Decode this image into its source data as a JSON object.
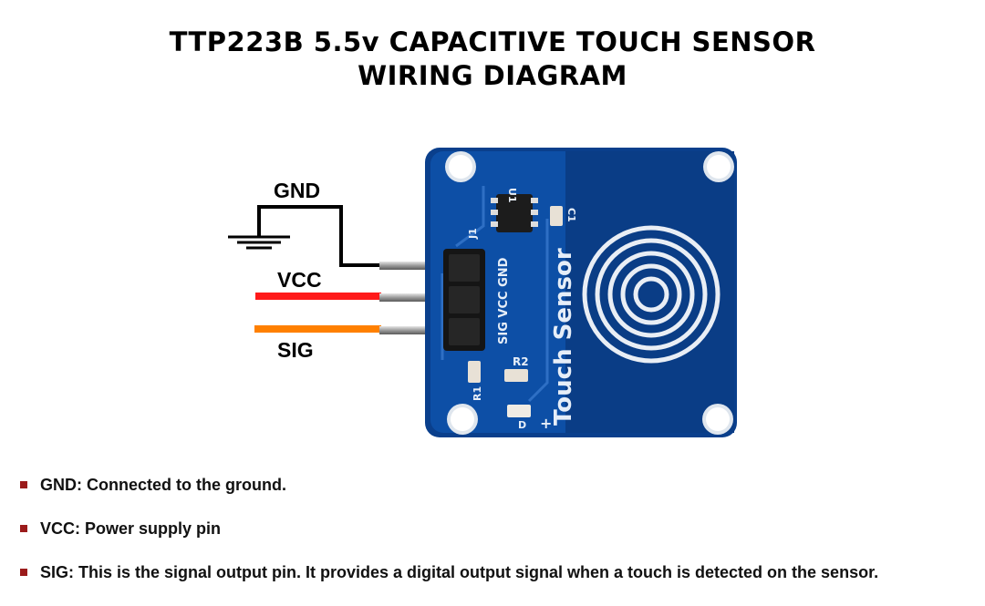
{
  "title": {
    "line1": "TTP223B 5.5v CAPACITIVE TOUCH SENSOR",
    "line2": "WIRING DIAGRAM"
  },
  "wires": [
    {
      "label": "GND",
      "color": "#000000"
    },
    {
      "label": "VCC",
      "color": "#ff1a1a"
    },
    {
      "label": "SIG",
      "color": "#ff8000"
    }
  ],
  "board": {
    "color": "#0d4fa6",
    "header_pins": "SIG VCC GND",
    "sensor_text": "Touch Sensor",
    "ic_label": "U1",
    "cap_label": "C1",
    "header_label": "J1",
    "resistor_label": "R2",
    "led_label": "D",
    "led_polarity": "+",
    "rest_label": "R1"
  },
  "notes": [
    {
      "text": "GND: Connected to the ground."
    },
    {
      "text": "VCC: Power supply pin"
    },
    {
      "text": "SIG: This is the signal output pin. It provides a digital output signal when a touch is detected on the sensor."
    }
  ],
  "bullet_color": "#9b1b1b"
}
